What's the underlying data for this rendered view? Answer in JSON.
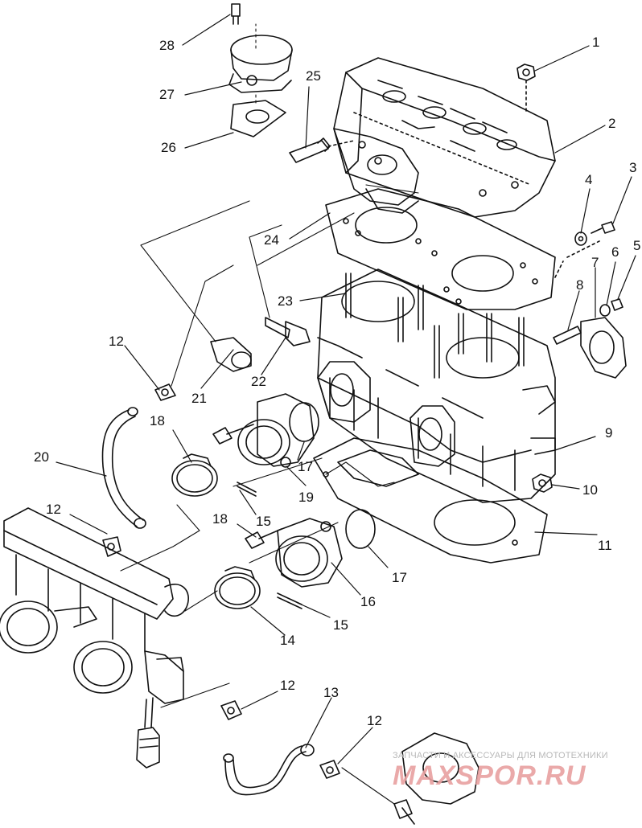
{
  "labels": {
    "p1": "1",
    "p2": "2",
    "p4": "4",
    "p3": "3",
    "p5": "5",
    "p6": "6",
    "p7": "7",
    "p8": "8",
    "p9": "9",
    "p10": "10",
    "p11": "11",
    "p12a": "12",
    "p12b": "12",
    "p12c": "12",
    "p12d": "12",
    "p13": "13",
    "p14": "14",
    "p15a": "15",
    "p15b": "15",
    "p16": "16",
    "p17a": "17",
    "p17b": "17",
    "p18a": "18",
    "p18b": "18",
    "p19": "19",
    "p20": "20",
    "p21": "21",
    "p22": "22",
    "p23": "23",
    "p24": "24",
    "p25": "25",
    "p26": "26",
    "p27": "27",
    "p28": "28"
  },
  "watermark": {
    "caption": "ЗАПЧАСТИ И АКСЕССУАРЫ ДЛЯ МОТОТЕХНИКИ",
    "logo": "MAXSPOR.RU"
  },
  "colors": {
    "ink": "#111111",
    "watermark_red": "#e8a0a0",
    "watermark_gray": "#b8b8b8"
  }
}
